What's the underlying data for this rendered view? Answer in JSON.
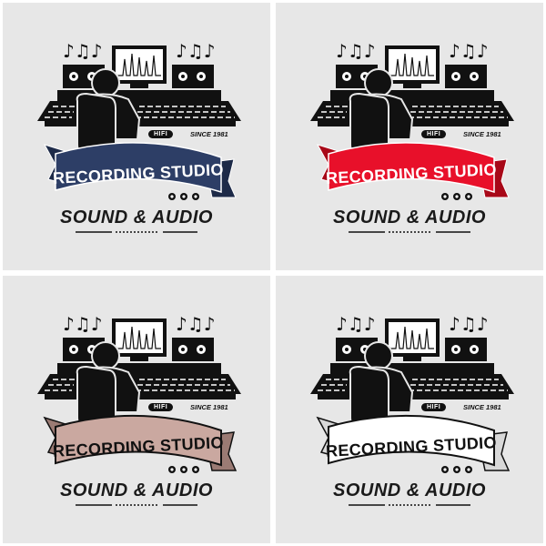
{
  "logo": {
    "ribbon_text": "RECORDING STUDIO",
    "subtitle": "SOUND & AUDIO",
    "badge": "HIFI",
    "since": "SINCE 1981"
  },
  "variants": [
    {
      "ribbon_fill": "#2d3e66",
      "ribbon_dark": "#1d2a48",
      "text_color": "#ffffff",
      "stroke": "#ffffff"
    },
    {
      "ribbon_fill": "#e8102a",
      "ribbon_dark": "#a80818",
      "text_color": "#ffffff",
      "stroke": "#ffffff"
    },
    {
      "ribbon_fill": "#caa8a0",
      "ribbon_dark": "#9b7b74",
      "text_color": "#111111",
      "stroke": "#111111"
    },
    {
      "ribbon_fill": "#ffffff",
      "ribbon_dark": "#d8d8d8",
      "text_color": "#111111",
      "stroke": "#111111"
    }
  ]
}
